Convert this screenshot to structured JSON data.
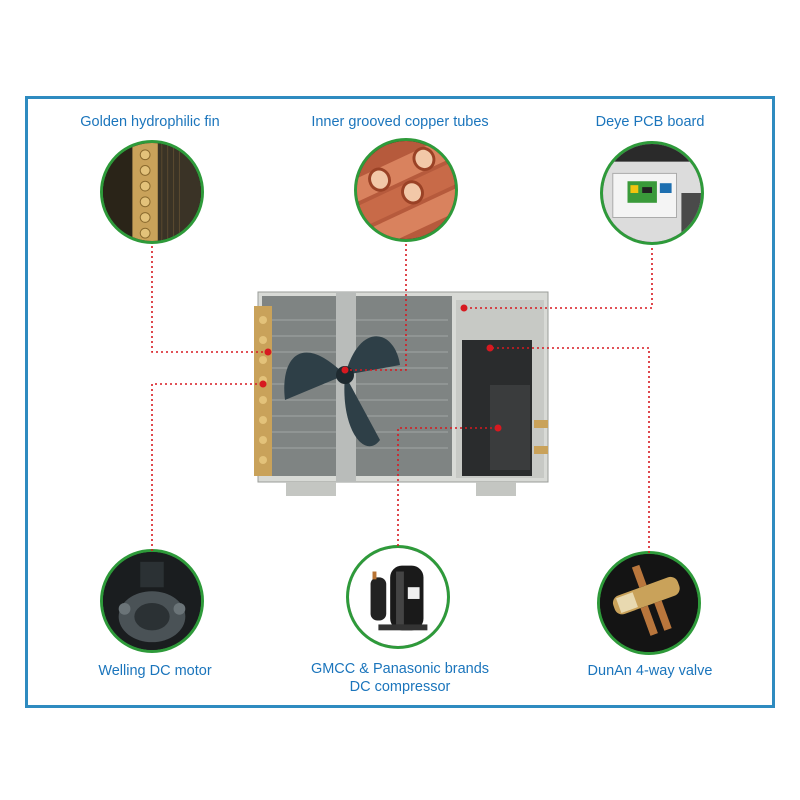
{
  "diagram": {
    "components": [
      {
        "id": "fin",
        "label": "Golden hydrophilic fin",
        "icon": "golden-fin-photo"
      },
      {
        "id": "tubes",
        "label": "Inner grooved copper tubes",
        "icon": "copper-tubes-photo"
      },
      {
        "id": "pcb",
        "label": "Deye PCB board",
        "icon": "pcb-board-photo"
      },
      {
        "id": "motor",
        "label": "Welling DC motor",
        "icon": "dc-motor-photo"
      },
      {
        "id": "compressor",
        "label_line1": "GMCC & Panasonic brands",
        "label_line2": "DC compressor",
        "icon": "compressor-photo"
      },
      {
        "id": "valve",
        "label": "DunAn 4-way valve",
        "icon": "four-way-valve-photo"
      }
    ],
    "colors": {
      "frame": "#2e8bc0",
      "label_text": "#1b75bc",
      "circle_border": "#2e9a3a",
      "leader_line": "#d71920"
    },
    "main_image": "outdoor-unit-photo"
  }
}
